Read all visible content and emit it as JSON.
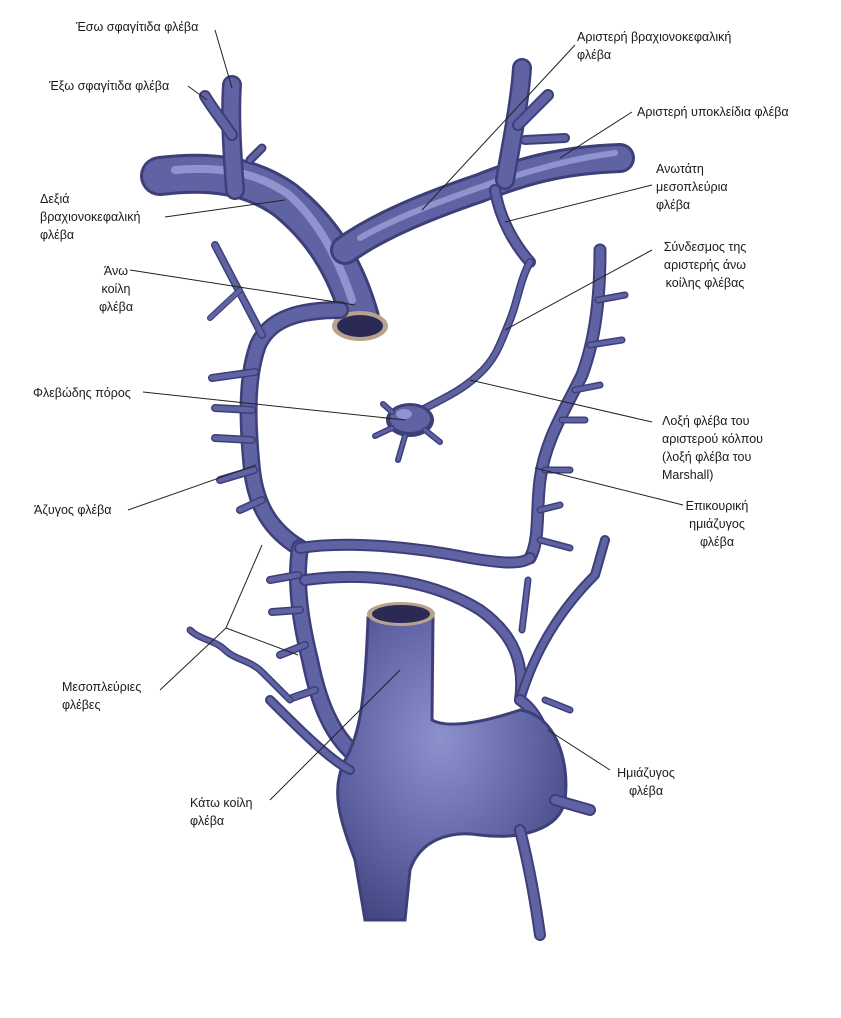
{
  "labels": {
    "internal_jugular": "Έσω σφαγίτιδα φλέβα",
    "external_jugular": "Έξω σφαγίτιδα φλέβα",
    "right_brachio": [
      "Δεξιά",
      "βραχιονοκεφαλική",
      "φλέβα"
    ],
    "svc": [
      "Άνω",
      "κοίλη",
      "φλέβα"
    ],
    "ductus_venosus": "Φλεβώδης πόρος",
    "azygos": "Άζυγος φλέβα",
    "intercostals": [
      "Μεσοπλεύριες",
      "φλέβες"
    ],
    "ivc": [
      "Κάτω κοίλη",
      "φλέβα"
    ],
    "left_brachio": [
      "Αριστερή βραχιονοκεφαλική",
      "φλέβα"
    ],
    "left_subclavian": "Αριστερή υποκλείδια φλέβα",
    "sup_intercostal": [
      "Ανωτάτη",
      "μεσοπλεύρια",
      "φλέβα"
    ],
    "ligament_left_svc": [
      "Σύνδεσμος της",
      "αριστερής άνω",
      "κοίλης φλέβας"
    ],
    "oblique_vein": [
      "Λοξή φλέβα του",
      "αριστερού κόλπου",
      "(λοξή φλέβα του",
      "Marshall)"
    ],
    "accessory_hemiazygos": [
      "Επικουρική",
      "ημιάζυγος",
      "φλέβα"
    ],
    "hemiazygos": [
      "Ημιάζυγος",
      "φλέβα"
    ]
  },
  "colors": {
    "vein": "#5f63a3",
    "vein_dark": "#3d3f78",
    "vein_highlight": "#8f94cf",
    "lumen": "#2a2a55",
    "lumen_rim": "#b8a28c"
  }
}
